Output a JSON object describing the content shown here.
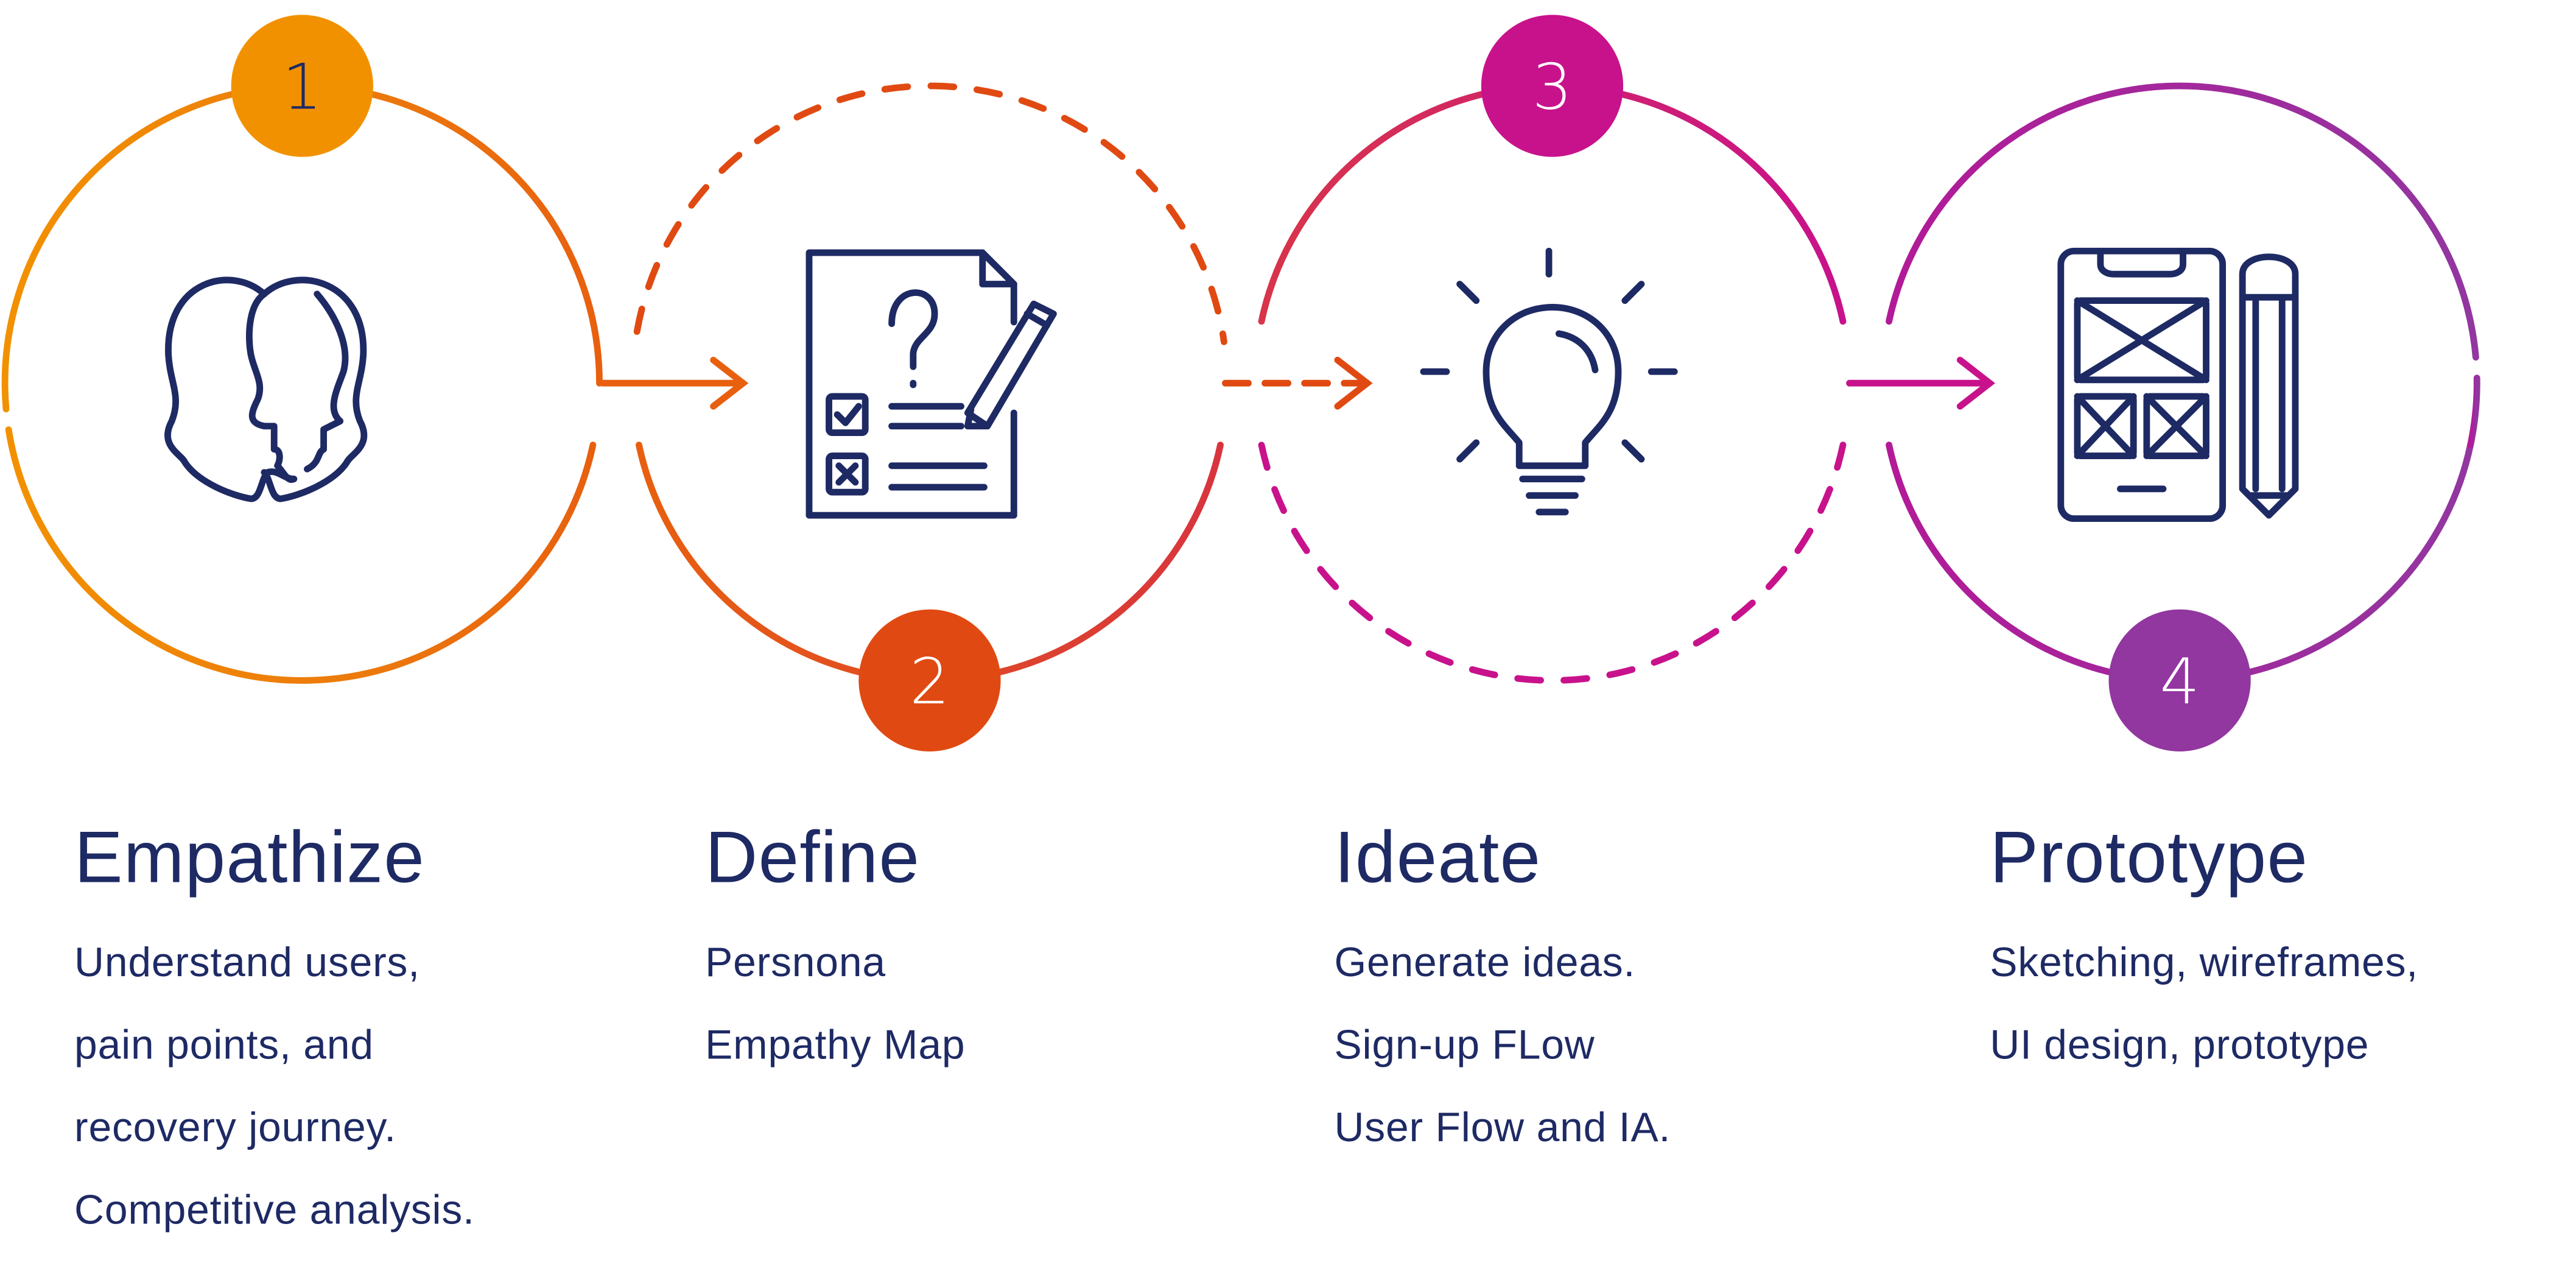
{
  "colors": {
    "text": "#1E2A64",
    "step1": "#F29100",
    "step2": "#E04A12",
    "step3": "#C8128C",
    "step4": "#9236A0"
  },
  "steps": [
    {
      "number": "1",
      "title": "Empathize",
      "icon": "two-heads-icon",
      "lines": [
        "Understand users,",
        "pain points, and",
        "recovery journey.",
        "Competitive analysis."
      ]
    },
    {
      "number": "2",
      "title": "Define",
      "icon": "document-checklist-icon",
      "lines": [
        "Persnona",
        "Empathy Map"
      ]
    },
    {
      "number": "3",
      "title": "Ideate",
      "icon": "lightbulb-icon",
      "lines": [
        "Generate ideas.",
        "Sign-up FLow",
        "User Flow and IA."
      ]
    },
    {
      "number": "4",
      "title": "Prototype",
      "icon": "wireframe-phone-pencil-icon",
      "lines": [
        "Sketching, wireframes,",
        "UI design, prototype"
      ]
    }
  ]
}
